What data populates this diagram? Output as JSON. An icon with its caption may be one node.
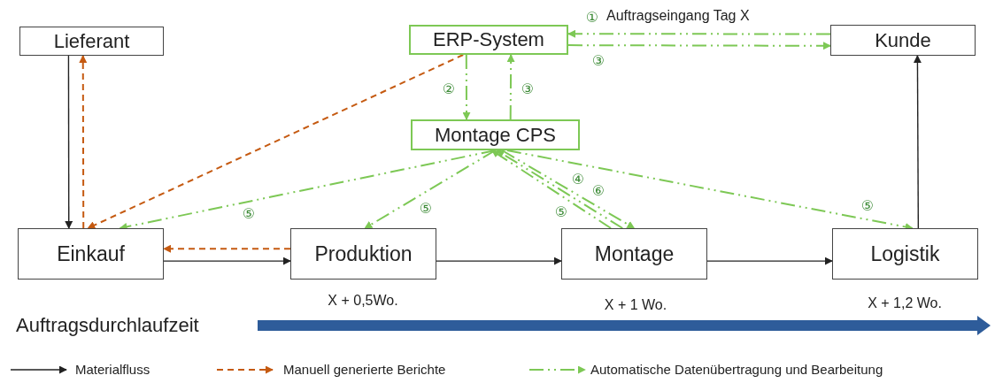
{
  "diagram": {
    "nodes": [
      {
        "text": [
          "Lieferant"
        ]
      },
      {
        "text": [
          "ERP-System"
        ]
      },
      {
        "text": [
          "Kunde"
        ]
      },
      {
        "text": [
          "Montage CPS"
        ]
      },
      {
        "text": [
          "Einkauf"
        ]
      },
      {
        "text": [
          "Produktion"
        ],
        "beside": [
          "X + 0,5Wo."
        ]
      },
      {
        "text": [
          "Montage"
        ],
        "beside": [
          "X + 1 Wo."
        ]
      },
      {
        "text": [
          "Logistik"
        ],
        "beside": [
          "X + 1,2 Wo."
        ]
      }
    ],
    "edges": [
      {
        "from": 0,
        "to": 4,
        "arrow": "to",
        "color": "#222222"
      },
      {
        "from": 4,
        "to": 0,
        "arrow": "to",
        "style": "dashed",
        "color": "#c55a11"
      },
      {
        "from": 4,
        "to": 5,
        "arrow": "to",
        "color": "#222222"
      },
      {
        "from": 5,
        "to": 4,
        "arrow": "to",
        "style": "dashed",
        "color": "#c55a11"
      },
      {
        "from": 5,
        "to": 6,
        "arrow": "to",
        "color": "#222222"
      },
      {
        "from": 6,
        "to": 7,
        "arrow": "to",
        "color": "#222222"
      },
      {
        "from": 7,
        "to": 2,
        "arrow": "to",
        "color": "#222222"
      },
      {
        "from": 1,
        "to": 4,
        "arrow": "to",
        "style": "dashed",
        "color": "#c55a11"
      },
      {
        "from": 2,
        "to": 1,
        "arrow": "to",
        "style": "dashed",
        "label": "①"
      },
      {
        "from": 1,
        "to": 2,
        "arrow": "to",
        "style": "dashed",
        "label": "③"
      },
      {
        "from": 1,
        "to": 3,
        "arrow": "to",
        "style": "dashed",
        "label": "②"
      },
      {
        "from": 3,
        "to": 1,
        "arrow": "to",
        "style": "dashed",
        "label": "③"
      },
      {
        "from": 3,
        "to": 4,
        "arrow": "to",
        "style": "dashed",
        "label": "⑤"
      },
      {
        "from": 3,
        "to": 5,
        "arrow": "to",
        "style": "dashed",
        "label": "⑤"
      },
      {
        "from": 6,
        "to": 3,
        "arrow": "to",
        "style": "dashed",
        "label": "⑤"
      },
      {
        "from": 6,
        "to": 3,
        "arrow": "to",
        "style": "dashed",
        "label": "④"
      },
      {
        "from": 3,
        "to": 6,
        "arrow": "to",
        "style": "dashed",
        "label": "⑥"
      },
      {
        "from": 3,
        "to": 7,
        "arrow": "to",
        "style": "dashed",
        "label": "⑤"
      }
    ],
    "labels": [
      "Auftragseingang Tag X",
      "Auftragsdurchlaufzeit"
    ],
    "legend": [
      {
        "text": "Materialfluss"
      },
      {
        "text": "Manuell generierte Berichte"
      },
      {
        "text": "Automatische Datenübertragung und Bearbeitung"
      }
    ]
  }
}
